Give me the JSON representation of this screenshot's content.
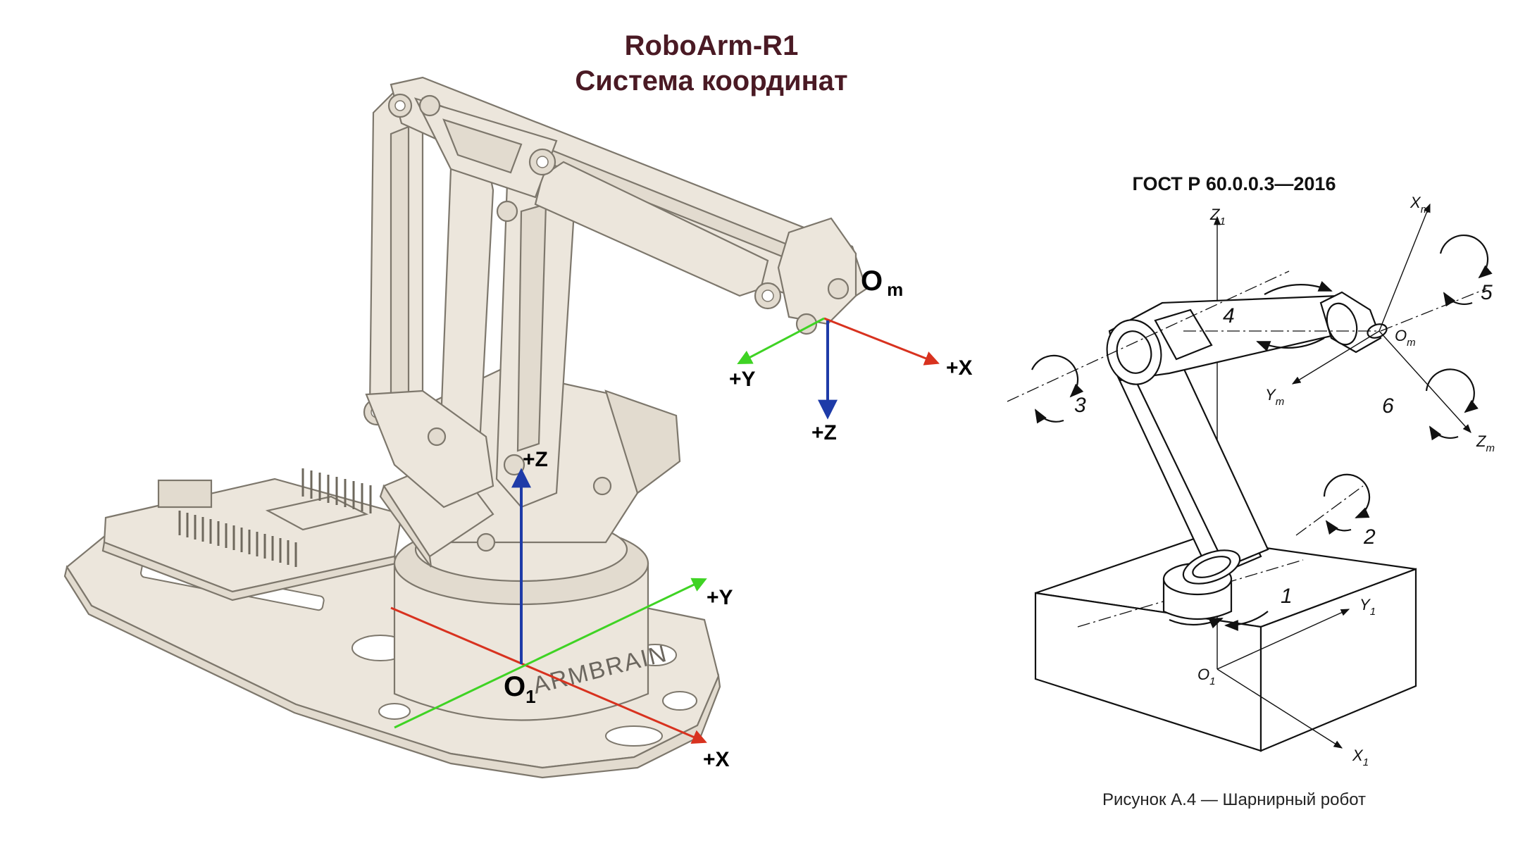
{
  "title": {
    "line1": "RoboArm-R1",
    "line2": "Система координат"
  },
  "left_diagram": {
    "brand_text": "ARMBRAIN",
    "base_frame": {
      "origin": "O",
      "origin_sub": "1",
      "axis_x": "+X",
      "axis_y": "+Y",
      "axis_z": "+Z"
    },
    "tool_frame": {
      "origin": "O",
      "origin_sub": "m",
      "axis_x": "+X",
      "axis_y": "+Y",
      "axis_z": "+Z"
    },
    "colors": {
      "x_axis": "#d8321f",
      "y_axis": "#3fd324",
      "z_axis": "#1e3ba8"
    }
  },
  "right_diagram": {
    "standard": "ГОСТ Р 60.0.0.3—2016",
    "caption": "Рисунок А.4 — Шарнирный робот",
    "labels": {
      "z1": "Z",
      "z1_sub": "1",
      "y1": "Y",
      "y1_sub": "1",
      "x1": "X",
      "x1_sub": "1",
      "o1": "O",
      "o1_sub": "1",
      "xm": "X",
      "xm_sub": "m",
      "ym": "Y",
      "ym_sub": "m",
      "zm": "Z",
      "zm_sub": "m",
      "om": "O",
      "om_sub": "m"
    },
    "joints": [
      "1",
      "2",
      "3",
      "4",
      "5",
      "6"
    ]
  }
}
